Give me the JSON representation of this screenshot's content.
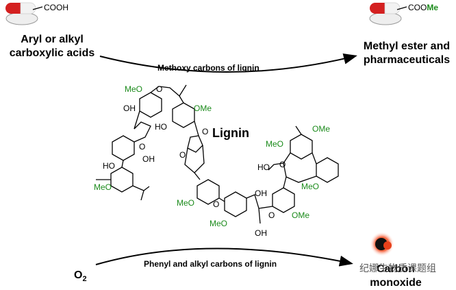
{
  "top_left_acid": {
    "group": "COOH",
    "label_line1": "Aryl or alkyl",
    "label_line2": "carboxylic acids"
  },
  "top_right_ester": {
    "group_prefix": "COO",
    "group_me": "Me",
    "label_line1": "Methyl ester and",
    "label_line2": "pharmaceuticals"
  },
  "top_arrow_label": "Methoxy carbons of lignin",
  "center_label": "Lignin",
  "bottom_arrow_label": "Phenyl and alkyl carbons of lignin",
  "bottom_left_reagent": {
    "base": "O",
    "subscript": "2"
  },
  "bottom_right_product": {
    "line1": "Carbon",
    "line2": "monoxide"
  },
  "watermark": "纪娜生物质课题组",
  "structure_labels": {
    "meo": "MeO",
    "ome": "OMe",
    "oh": "OH",
    "ho": "HO",
    "o": "O"
  },
  "colors": {
    "methoxy_green": "#1a8a1a",
    "pill_red": "#d42020",
    "co_red": "#e8401a"
  }
}
